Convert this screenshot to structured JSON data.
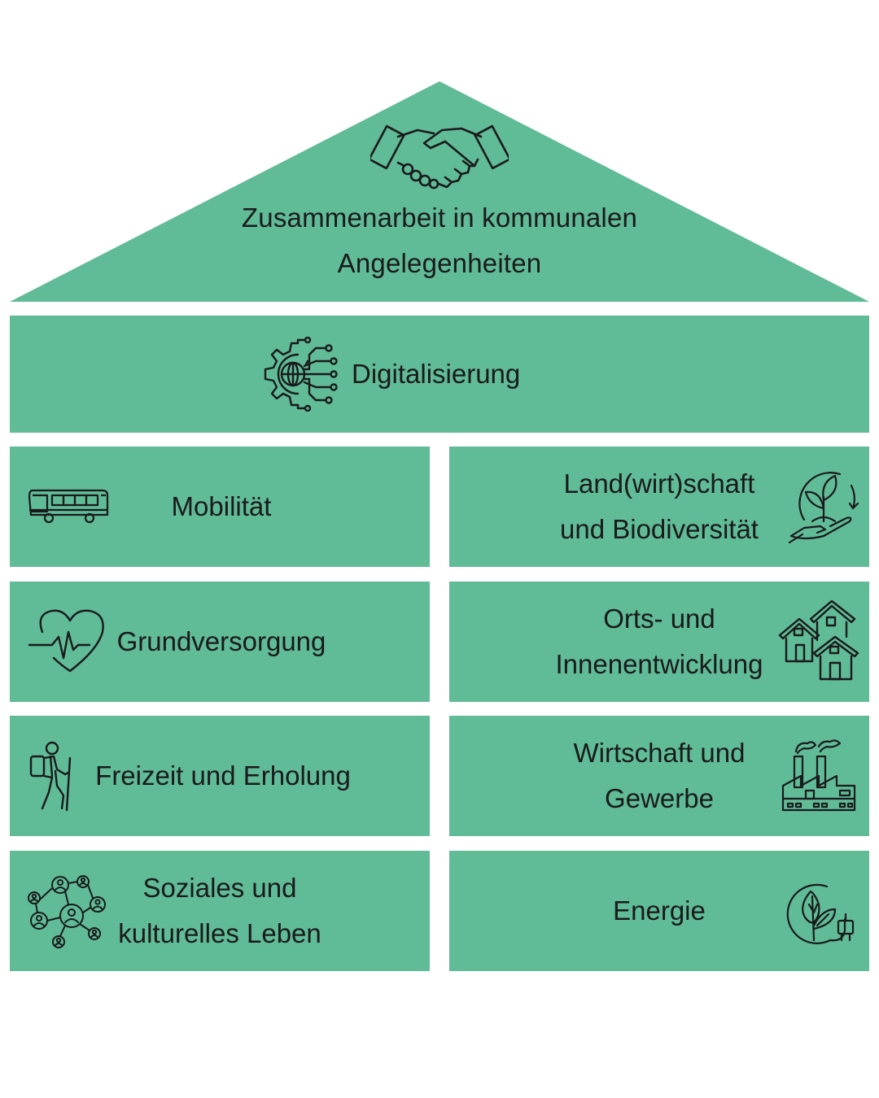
{
  "roof": {
    "title_line1": "Zusammenarbeit in kommunalen",
    "title_line2": "Angelegenheiten",
    "icon": "handshake-icon"
  },
  "band": {
    "label": "Digitalisierung",
    "icon": "digital-gear-globe-icon"
  },
  "left": [
    {
      "line1": "Mobilität",
      "icon": "bus-icon"
    },
    {
      "line1": "Grundversorgung",
      "icon": "heartbeat-icon"
    },
    {
      "line1": "Freizeit und Erholung",
      "icon": "hiker-icon"
    },
    {
      "line1": "Soziales und",
      "line2": "kulturelles Leben",
      "icon": "people-network-icon"
    }
  ],
  "right": [
    {
      "line1": "Land(wirt)schaft",
      "line2": "und Biodiversität",
      "icon": "plant-in-hand-icon"
    },
    {
      "line1": "Orts- und",
      "line2": "Innenentwicklung",
      "icon": "houses-icon"
    },
    {
      "line1": "Wirtschaft und",
      "line2": "Gewerbe",
      "icon": "factory-icon"
    },
    {
      "line1": "Energie",
      "icon": "leaf-plug-icon"
    }
  ],
  "colors": {
    "green": "#60bb97",
    "stroke": "#1a1a1a",
    "background": "#ffffff"
  }
}
